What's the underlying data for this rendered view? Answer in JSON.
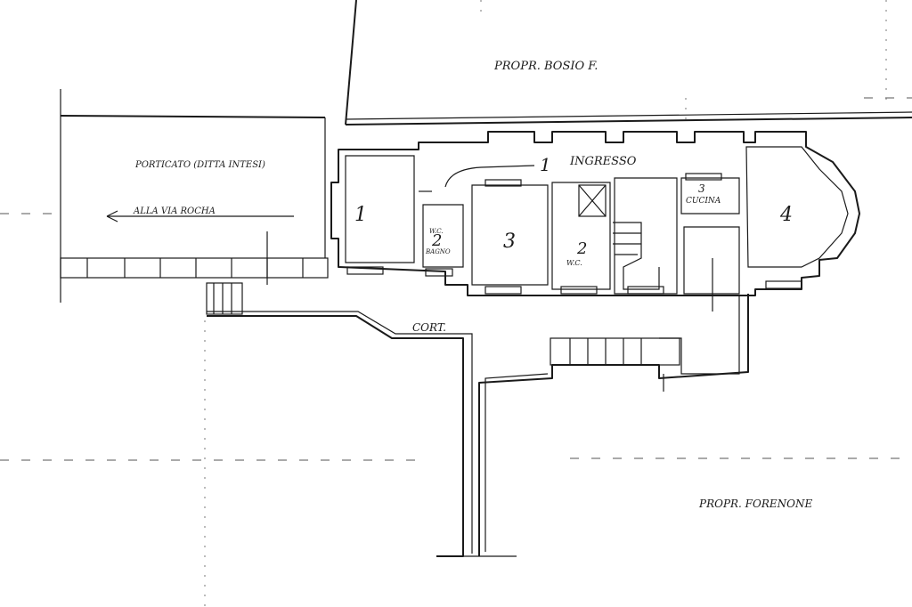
{
  "labels": {
    "prop_north": "PROPR. BOSIO F.",
    "prop_south": "PROPR. FORENONE",
    "porticato": "PORTICATO (DITTA INTESI)",
    "alla_via": "ALLA VIA ROCHA",
    "ingresso": "INGRESSO",
    "cortile": "CORT.",
    "cucina": "CUCINA",
    "wc_bagno_1": "W.C.",
    "wc_bagno_2": "BAGNO",
    "wc": "W.C."
  },
  "rooms": {
    "r1_left": "1",
    "r1_ingresso": "1",
    "r2_bagno": "2",
    "r3_center": "3",
    "r2_wc": "2",
    "r3_cucina": "3",
    "r4_right": "4"
  }
}
